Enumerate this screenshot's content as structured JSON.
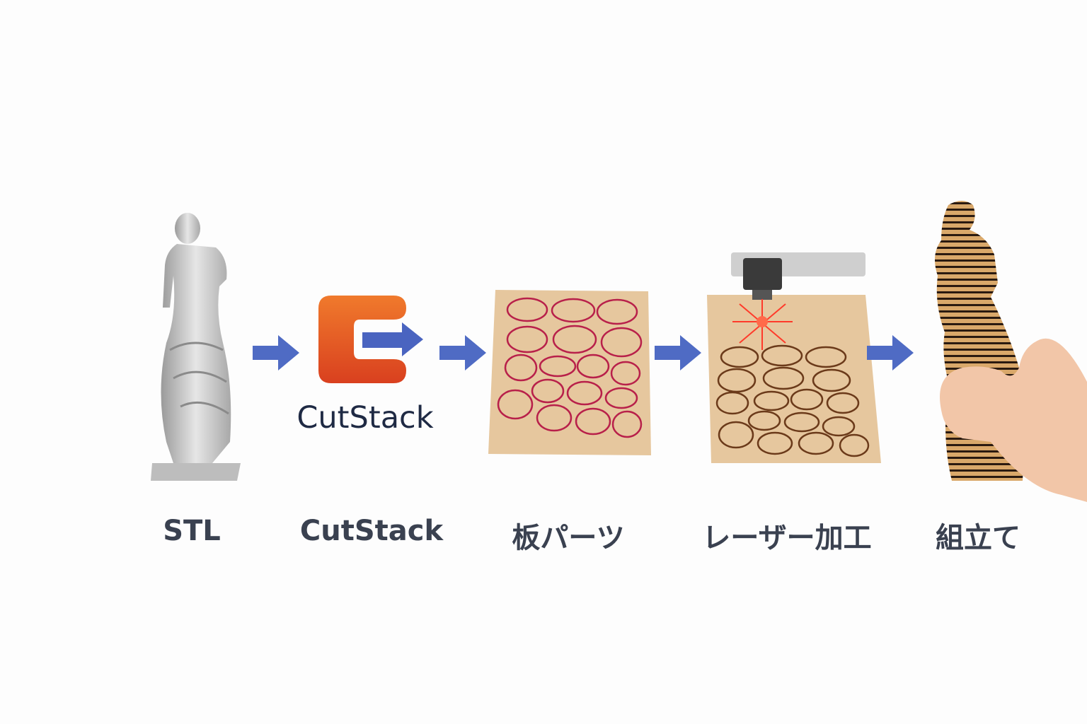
{
  "logo": {
    "text": "CutStack",
    "primary_color": "#e85a24",
    "arrow_color": "#4a64c0"
  },
  "steps": [
    {
      "label": "STL",
      "icon": "statue-icon"
    },
    {
      "label": "CutStack",
      "icon": "cutstack-logo"
    },
    {
      "label": "板パーツ",
      "icon": "sheet-parts-icon"
    },
    {
      "label": "レーザー加工",
      "icon": "laser-cutter-icon"
    },
    {
      "label": "組立て",
      "icon": "assembled-statue-icon"
    }
  ],
  "colors": {
    "flow_arrow": "#4f6bc4",
    "label": "#3a4150",
    "sheet": "#e6c79e",
    "cut_line": "#b8204a",
    "burn_line": "#6b3a1a"
  }
}
